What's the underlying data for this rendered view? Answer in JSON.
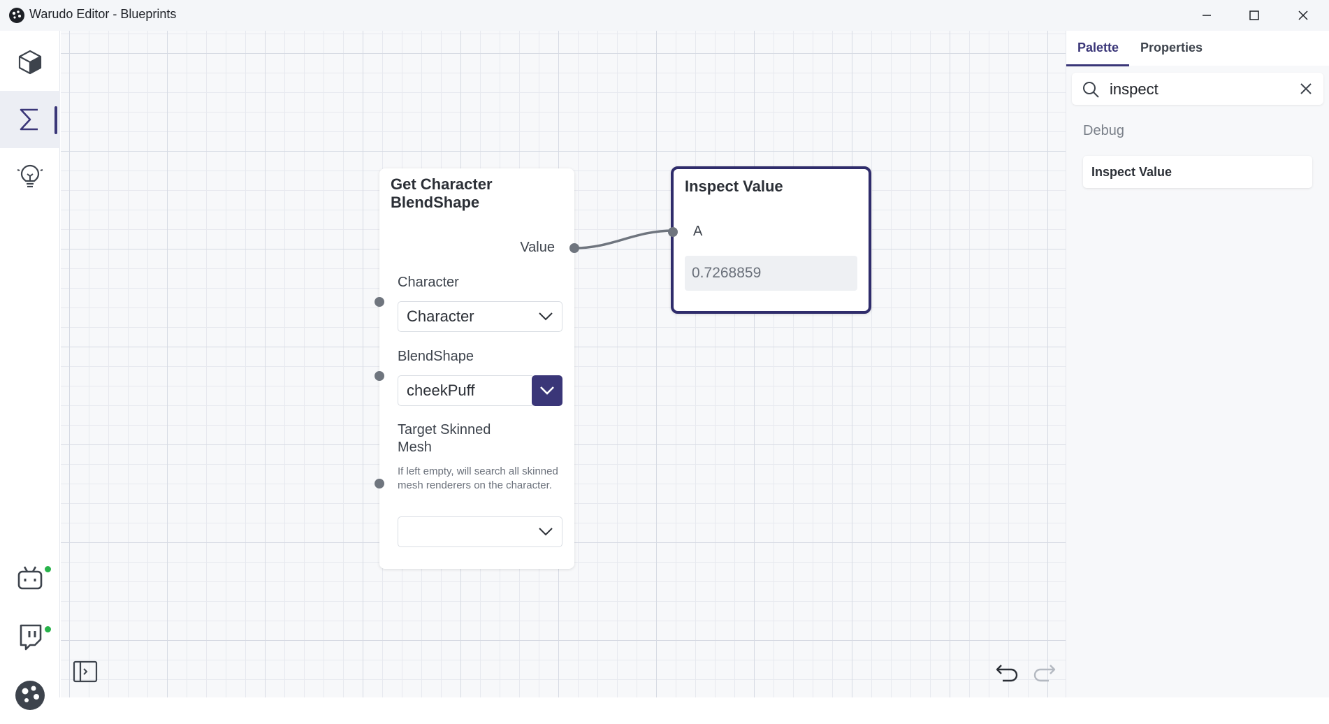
{
  "window": {
    "title": "Warudo Editor - Blueprints"
  },
  "sidebar": {
    "items": [
      {
        "icon": "cube-icon",
        "active": false
      },
      {
        "icon": "sigma-icon",
        "active": true
      },
      {
        "icon": "lightbulb-icon",
        "active": false
      }
    ],
    "bottom_items": [
      {
        "icon": "bilibili-icon",
        "status": "online"
      },
      {
        "icon": "twitch-icon",
        "status": "online"
      },
      {
        "icon": "warudo-logo-icon"
      }
    ],
    "status_color": "#27b24a"
  },
  "nodes": {
    "get_blendshape": {
      "title": "Get Character BlendShape",
      "output_label": "Value",
      "character_label": "Character",
      "character_value": "Character",
      "blendshape_label": "BlendShape",
      "blendshape_value": "cheekPuff",
      "mesh_label": "Target Skinned Mesh",
      "mesh_hint": "If left empty, will search all skinned mesh renderers on the character.",
      "mesh_value": ""
    },
    "inspect_value": {
      "title": "Inspect Value",
      "input_label": "A",
      "value": "0.7268859"
    }
  },
  "panel": {
    "tabs": [
      {
        "label": "Palette",
        "active": true
      },
      {
        "label": "Properties",
        "active": false
      }
    ],
    "search": {
      "value": "inspect"
    },
    "category": "Debug",
    "results": [
      "Inspect Value"
    ]
  },
  "colors": {
    "accent": "#3a3678",
    "node_border": "#2f2c6b",
    "port": "#6f757e"
  }
}
